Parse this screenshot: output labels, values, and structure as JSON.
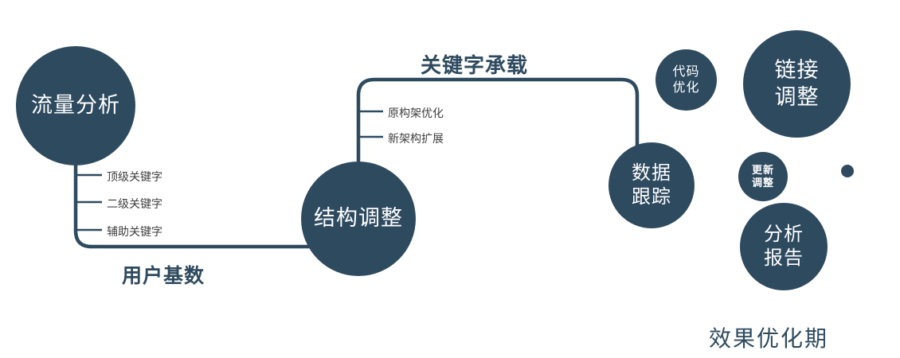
{
  "colors": {
    "primary": "#2e4a5f",
    "background": "#ffffff",
    "edge-label": "#2e4a5f",
    "branch-label": "#3f3f3f"
  },
  "nodes": {
    "traffic": {
      "label": "流量分析"
    },
    "structure": {
      "label": "结构调整"
    },
    "tracking": {
      "label": "数据\n跟踪"
    },
    "code": {
      "label": "代码\n优化"
    },
    "link": {
      "label": "链接\n调整"
    },
    "update": {
      "label": "更新\n调整"
    },
    "report": {
      "label": "分析\n报告"
    }
  },
  "edges": {
    "user_base_label": "用户基数",
    "keyword_label": "关键字承载"
  },
  "branches": {
    "traffic": [
      "顶级关键字",
      "二级关键字",
      "辅助关键字"
    ],
    "structure": [
      "原构架优化",
      "新架构扩展"
    ]
  },
  "footer": "效果优化期"
}
